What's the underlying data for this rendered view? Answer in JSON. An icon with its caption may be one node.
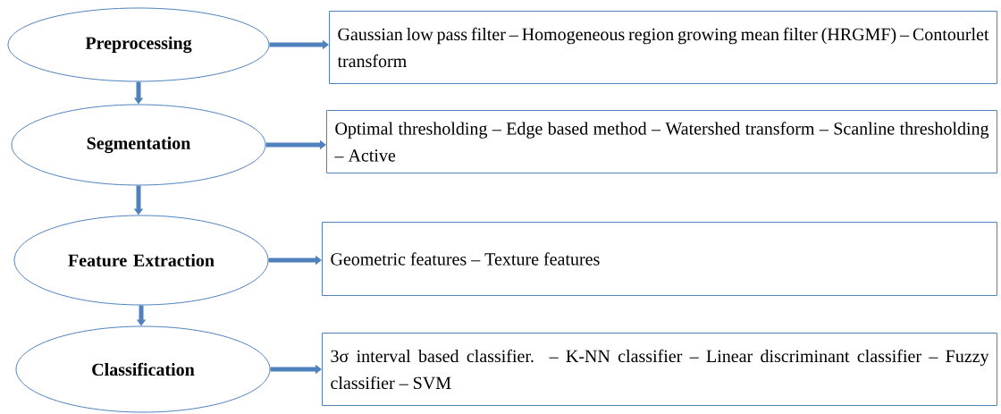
{
  "diagram": {
    "nodes": [
      {
        "text": [
          "Preprocessing"
        ]
      },
      {
        "text": [
          "Gaussian low pass filter – Homogeneous region growing mean filter (HRGMF) – Contourlet transform"
        ]
      },
      {
        "text": [
          "Segmentation"
        ]
      },
      {
        "text": [
          "Optimal thresholding – Edge based method – Watershed transform – Scanline thresholding – Active"
        ]
      },
      {
        "text": [
          "Feature Extraction"
        ]
      },
      {
        "text": [
          "Geometric features – Texture features"
        ]
      },
      {
        "text": [
          "Classification"
        ]
      },
      {
        "text": [
          "3σ interval based classifier. – K-NN classifier – Linear discriminant classifier – Fuzzy classifier – SVM"
        ]
      }
    ],
    "edges": [
      {
        "from": 0,
        "to": 1,
        "arrow": "to"
      },
      {
        "from": 0,
        "to": 2,
        "arrow": "to"
      },
      {
        "from": 2,
        "to": 3,
        "arrow": "to"
      },
      {
        "from": 2,
        "to": 4,
        "arrow": "to"
      },
      {
        "from": 4,
        "to": 5,
        "arrow": "to"
      },
      {
        "from": 4,
        "to": 6,
        "arrow": "to"
      },
      {
        "from": 6,
        "to": 7,
        "arrow": "to"
      }
    ]
  }
}
